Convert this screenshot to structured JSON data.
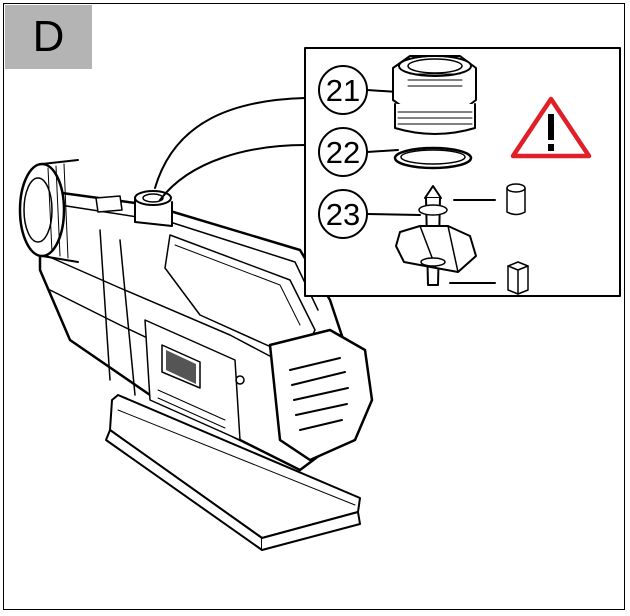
{
  "panel": {
    "letter": "D"
  },
  "callouts": [
    {
      "number": "21",
      "part": "hose-adapter-fitting"
    },
    {
      "number": "22",
      "part": "sealing-ring"
    },
    {
      "number": "23",
      "part": "non-return-valve"
    }
  ],
  "icons": {
    "warning": "warning-triangle-icon"
  },
  "colors": {
    "warning": "#e01f26",
    "panel_bg": "#b4b4b4",
    "line": "#000000"
  }
}
